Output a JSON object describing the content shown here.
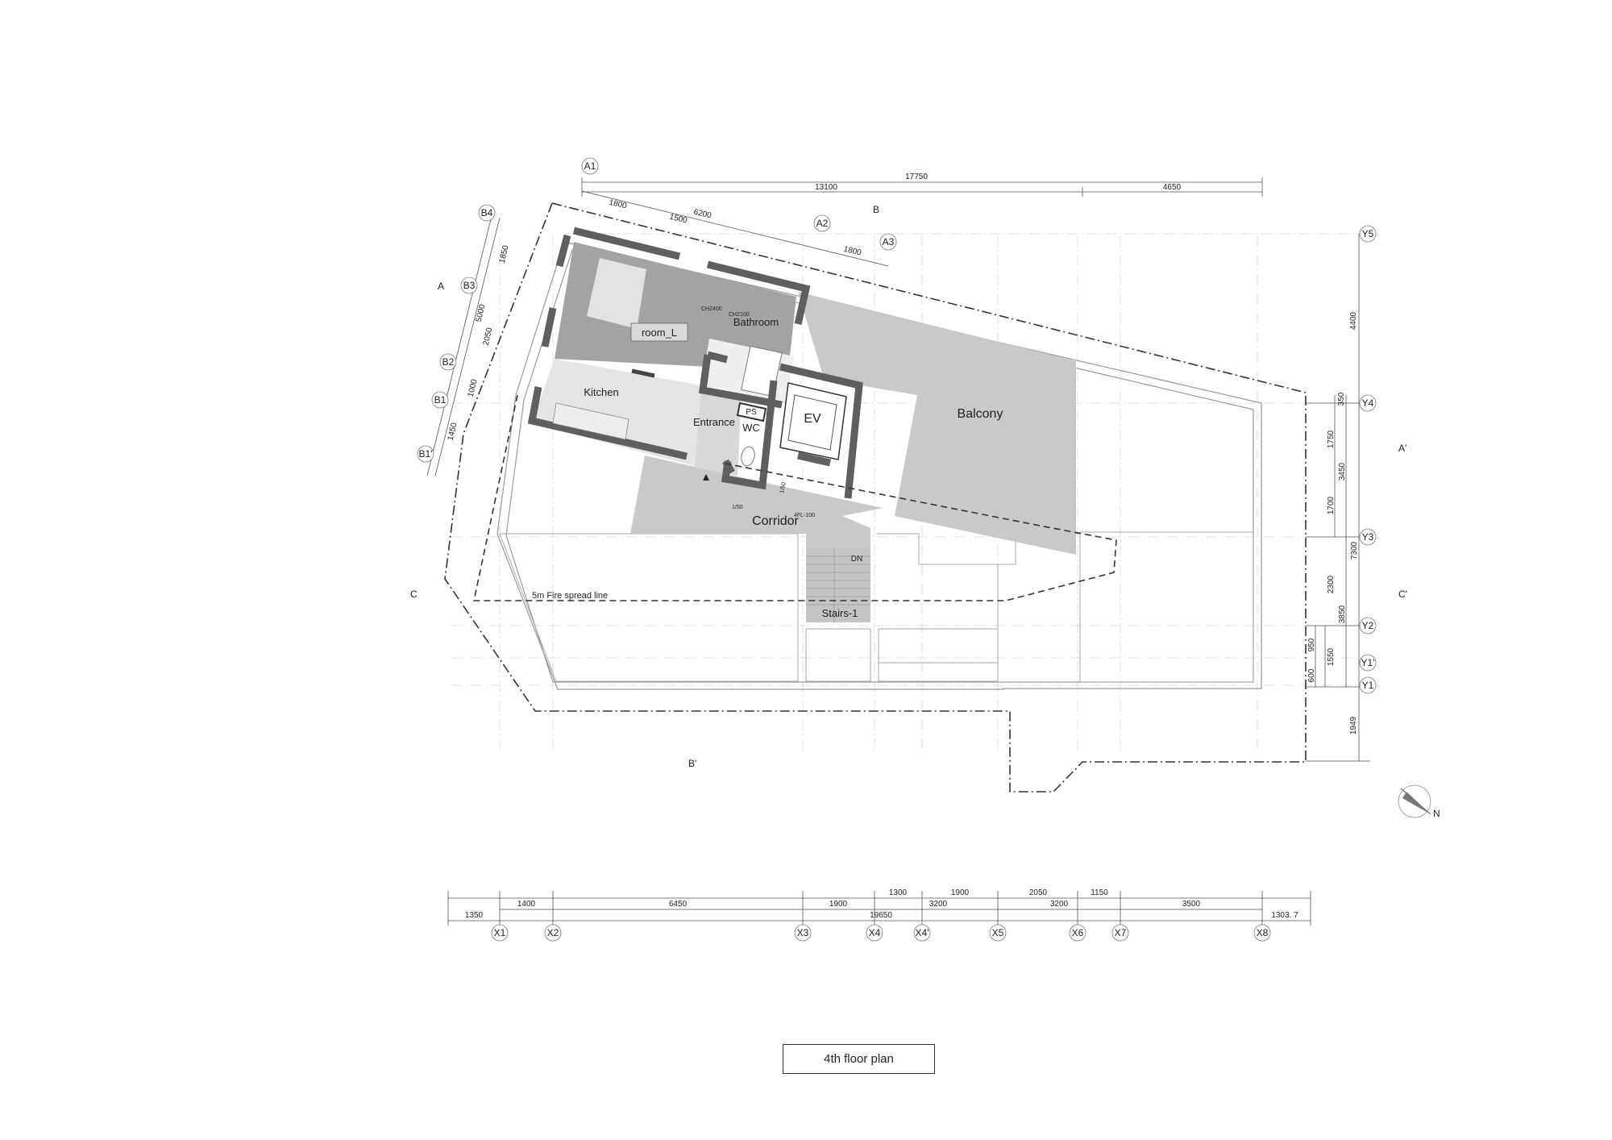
{
  "title": "4th floor plan",
  "rooms": {
    "room_l": "room_L",
    "bathroom": "Bathroom",
    "kitchen": "Kitchen",
    "entrance": "Entrance",
    "wc": "WC",
    "ps": "PS",
    "ev": "EV",
    "balcony": "Balcony",
    "corridor": "Corridor",
    "stairs": "Stairs-1",
    "dn": "DN"
  },
  "notes": {
    "fire_line": "5m Fire spread line",
    "ch2400": "CH2400",
    "ch2100": "CH2100",
    "slope_1": "1/50",
    "slope_2": "1/50",
    "fl": "4FL-100",
    "north": "N"
  },
  "grid_labels": {
    "A1": "A1",
    "A2": "A2",
    "A3": "A3",
    "B": "B",
    "B_prime": "B'",
    "B1": "B1",
    "B1p": "B1'",
    "B2": "B2",
    "B3": "B3",
    "B4": "B4",
    "A": "A",
    "A_prime": "A'",
    "C": "C",
    "C_prime": "C'",
    "Y1": "Y1",
    "Y1p": "Y1'",
    "Y2": "Y2",
    "Y3": "Y3",
    "Y4": "Y4",
    "Y5": "Y5",
    "X1": "X1",
    "X2": "X2",
    "X3": "X3",
    "X4": "X4",
    "X4p": "X4'",
    "X5": "X5",
    "X6": "X6",
    "X7": "X7",
    "X8": "X8"
  },
  "dimensions": {
    "top_total": "17750",
    "top_13100": "13100",
    "top_4650": "4650",
    "slant_1800a": "1800",
    "slant_1500": "1500",
    "slant_6200": "6200",
    "slant_1800b": "1800",
    "left_1850": "1850",
    "left_5000": "5000",
    "left_2050": "2050",
    "left_1000": "1000",
    "left_1450": "1450",
    "right_4400": "4400",
    "right_350": "350",
    "right_1750": "1750",
    "right_3450": "3450",
    "right_1700": "1700",
    "right_7300": "7300",
    "right_2300": "2300",
    "right_3850": "3850",
    "right_950": "950",
    "right_1550": "1550",
    "right_600": "600",
    "right_1949": "1949",
    "bot_1300": "1300",
    "bot_1900a": "1900",
    "bot_2050": "2050",
    "bot_1150": "1150",
    "bot_1400": "1400",
    "bot_6450": "6450",
    "bot_1900b": "1900",
    "bot_3200a": "3200",
    "bot_3200b": "3200",
    "bot_3500": "3500",
    "bot_1350": "1350",
    "bot_19650": "19650",
    "bot_1303": "1303. 7"
  },
  "colors": {
    "wall": "#5f5f5f",
    "shade": "#c9c9c9",
    "floor_wood": "#a3a3a3",
    "floor_tile": "#e4e4e4"
  }
}
